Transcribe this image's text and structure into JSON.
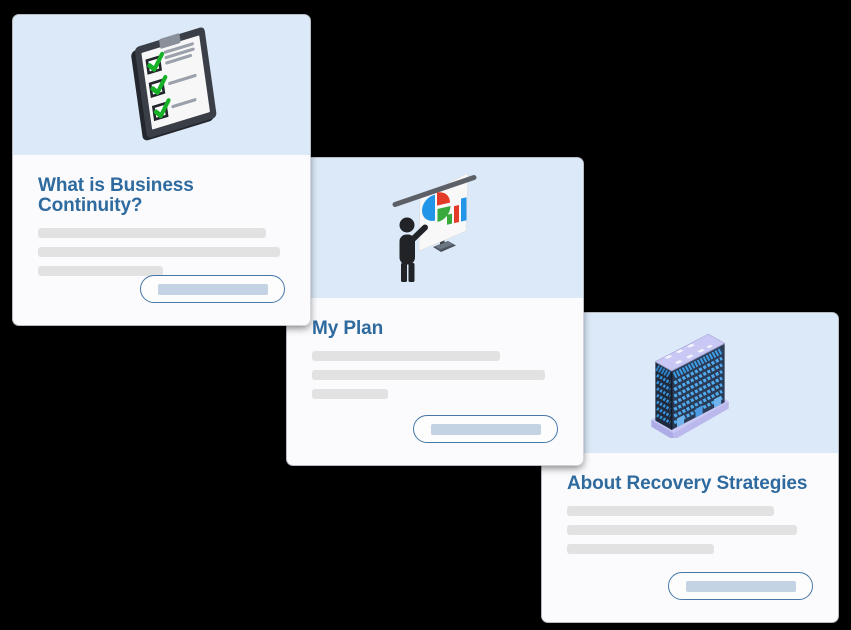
{
  "theme": {
    "page_bg": "#000000",
    "card_header_bg": "#dbe9f8",
    "card_body_bg": "#fbfbfd",
    "title_color": "#2e6a9e",
    "placeholder_color": "#e2e2e2",
    "button_border_color": "#4678a8",
    "button_fill_color": "#c3d3e4"
  },
  "cards": [
    {
      "title": "What is Business Continuity?",
      "icon": "checklist-clipboard-icon",
      "body_placeholder_lines": 3,
      "has_button_label_placeholder": true
    },
    {
      "title": "My Plan",
      "icon": "presentation-chart-icon",
      "body_placeholder_lines": 3,
      "has_button_label_placeholder": true
    },
    {
      "title": "About Recovery Strategies",
      "icon": "office-building-icon",
      "body_placeholder_lines": 3,
      "has_button_label_placeholder": true
    }
  ]
}
